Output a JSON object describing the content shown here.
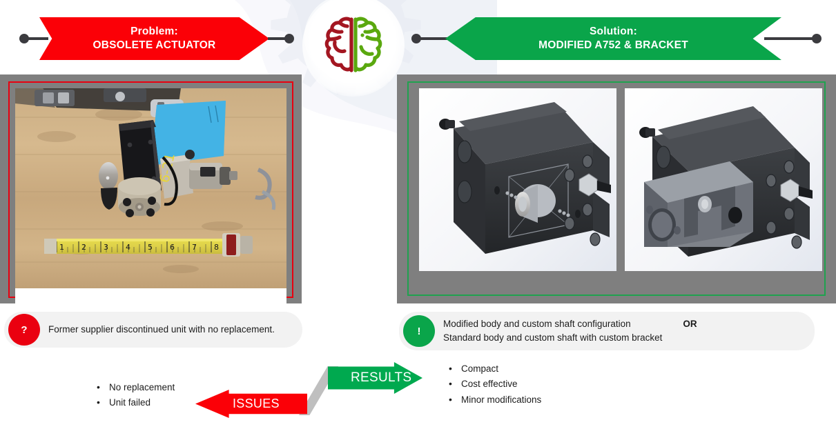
{
  "colors": {
    "problem_red": "#fb0007",
    "solution_green": "#0aa54a",
    "results_green": "#00a94f",
    "frame_gray": "#7f7f7f",
    "pill_gray": "#f2f2f2",
    "connector_dark": "#3b3b3f",
    "brain_left": "#a31621",
    "brain_right": "#5aa80f"
  },
  "logo": {
    "icon": "brain-icon",
    "left_half_label": "brain-left-hemisphere",
    "right_half_label": "brain-right-hemisphere"
  },
  "banners": {
    "problem": {
      "line1": "Problem:",
      "line2": "OBSOLETE ACTUATOR"
    },
    "solution": {
      "line1": "Solution:",
      "line2": "MODIFIED A752 & BRACKET"
    }
  },
  "panels": {
    "problem": {
      "image_name": "photo-obsolete-actuator",
      "image_alt": "Photograph of an obsolete actuator on a wooden workbench next to a tape measure"
    },
    "solution": {
      "images": [
        {
          "image_name": "cad-modified-body-custom-shaft",
          "image_alt": "CAD render of modified actuator body with custom shaft"
        },
        {
          "image_name": "cad-standard-body-custom-bracket",
          "image_alt": "CAD render of standard actuator body with custom bracket"
        }
      ]
    }
  },
  "callouts": {
    "problem": {
      "badge": "?",
      "text": "Former supplier discontinued unit with no replacement."
    },
    "solution": {
      "badge": "!",
      "line1": "Modified body and custom shaft configuration",
      "line2": "Standard body and custom shaft with custom bracket",
      "or_label": "OR"
    }
  },
  "bottom": {
    "issues": {
      "arrow_label": "ISSUES",
      "bullets": [
        "No replacement",
        "Unit failed"
      ]
    },
    "results": {
      "arrow_label": "RESULTS",
      "bullets": [
        "Compact",
        "Cost effective",
        "Minor modifications"
      ]
    }
  }
}
